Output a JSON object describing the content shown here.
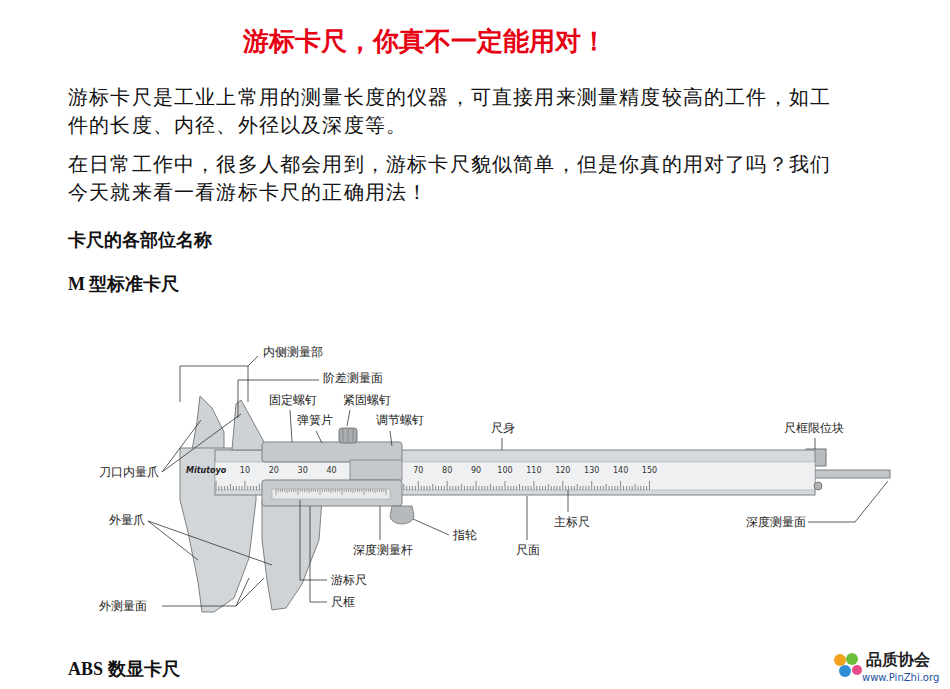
{
  "diagram": {
    "title": "游标卡尺，你真不一定能用对！",
    "labels": [
      "游标卡尺是工业上常用的测量长度的仪器，可直接用来测量精度较高的工件，如工件的长度、内径、外径以及深度等。",
      "在日常工作中，很多人都会用到，游标卡尺貌似简单，但是你真的用对了吗？我们今天就来看一看游标卡尺的正确用法！",
      "卡尺的各部位名称",
      "M 型标准卡尺",
      "ABS 数显卡尺",
      "内侧测量部",
      "阶差测量面",
      "固定螺钉",
      "紧固螺钉",
      "弹簧片",
      "调节螺钉",
      "尺身",
      "尺框限位块",
      "刀口内量爪",
      "外量爪",
      "指轮",
      "主标尺",
      "深度测量杆",
      "尺面",
      "深度测量面",
      "游标尺",
      "尺框",
      "外测量面",
      "10",
      "20",
      "30",
      "40",
      "70",
      "80",
      "90",
      "100",
      "110",
      "120",
      "130",
      "140",
      "150",
      "Mitutoyo",
      "品质协会",
      "www.PinZhi.org"
    ]
  }
}
